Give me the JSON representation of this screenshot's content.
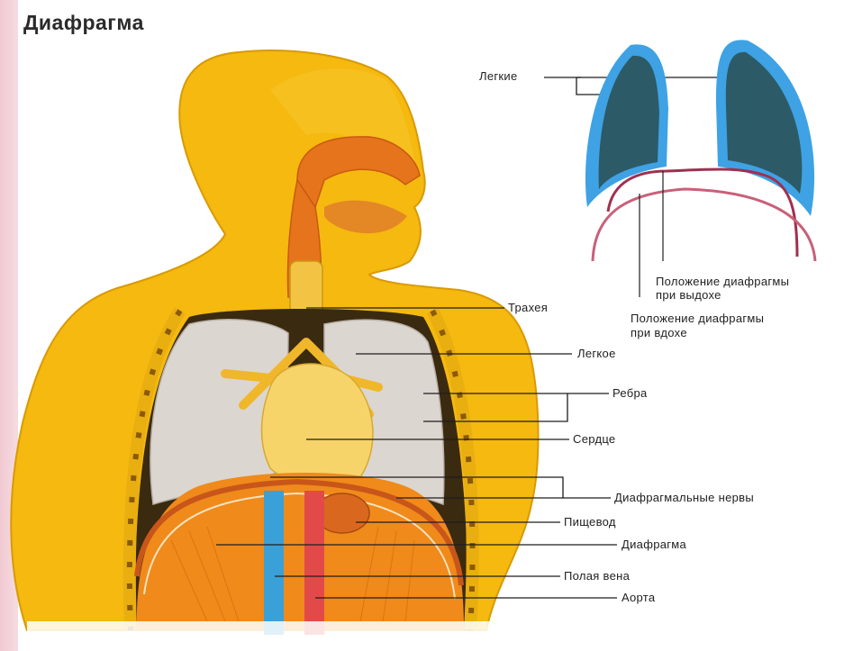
{
  "title": "Диафрагма",
  "inset": {
    "lungs_label": "Легкие",
    "exhale_label_line1": "Положение диафрагмы",
    "exhale_label_line2": "при выдохе",
    "inhale_label_line1": "Положение диафрагмы",
    "inhale_label_line2": "при вдохе"
  },
  "labels": {
    "trachea": "Трахея",
    "lung": "Легкое",
    "ribs": "Ребра",
    "heart": "Сердце",
    "phrenic_nerves": "Диафрагмальные нервы",
    "esophagus": "Пищевод",
    "diaphragm": "Диафрагма",
    "vena_cava": "Полая вена",
    "aorta": "Аорта"
  },
  "colors": {
    "skin": "#f5b90f",
    "skin_dark": "#d99a05",
    "lung_fill": "#dcd6d0",
    "airway": "#e6741c",
    "vena": "#3aa0d8",
    "aorta": "#e24a4a",
    "inset_lung": "#2c5a66",
    "inset_outline": "#3ea2e4",
    "inset_diaphragm": "#a03050"
  }
}
